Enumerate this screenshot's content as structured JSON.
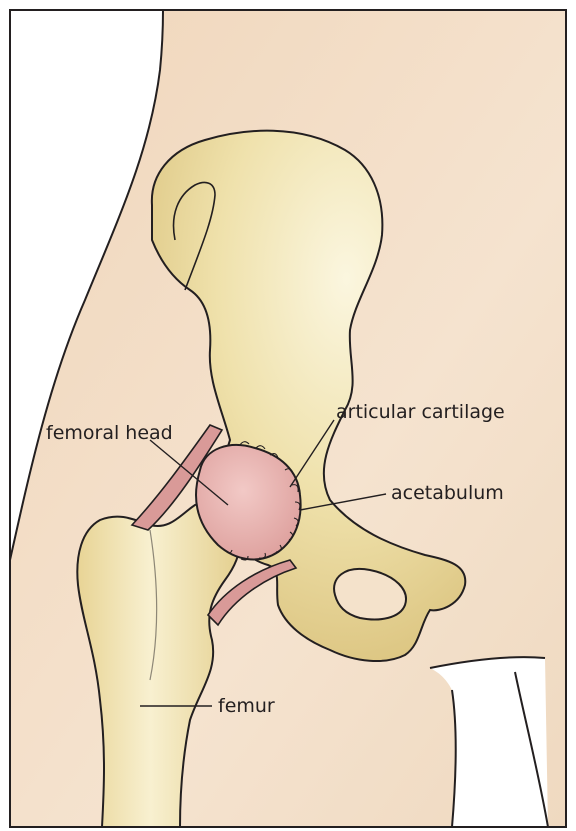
{
  "labels": {
    "articular_cartilage": "articular cartilage",
    "femoral_head": "femoral head",
    "acetabulum": "acetabulum",
    "femur": "femur"
  },
  "colors": {
    "skin": "#f2dcc4",
    "skin_light": "#f7e9d8",
    "bone": "#eedfa8",
    "bone_highlight": "#faf3d6",
    "bone_shadow": "#d9c47f",
    "cartilage": "#e8b4b1",
    "joint_space": "#d99a98",
    "outline": "#231f20",
    "background": "#ffffff"
  }
}
